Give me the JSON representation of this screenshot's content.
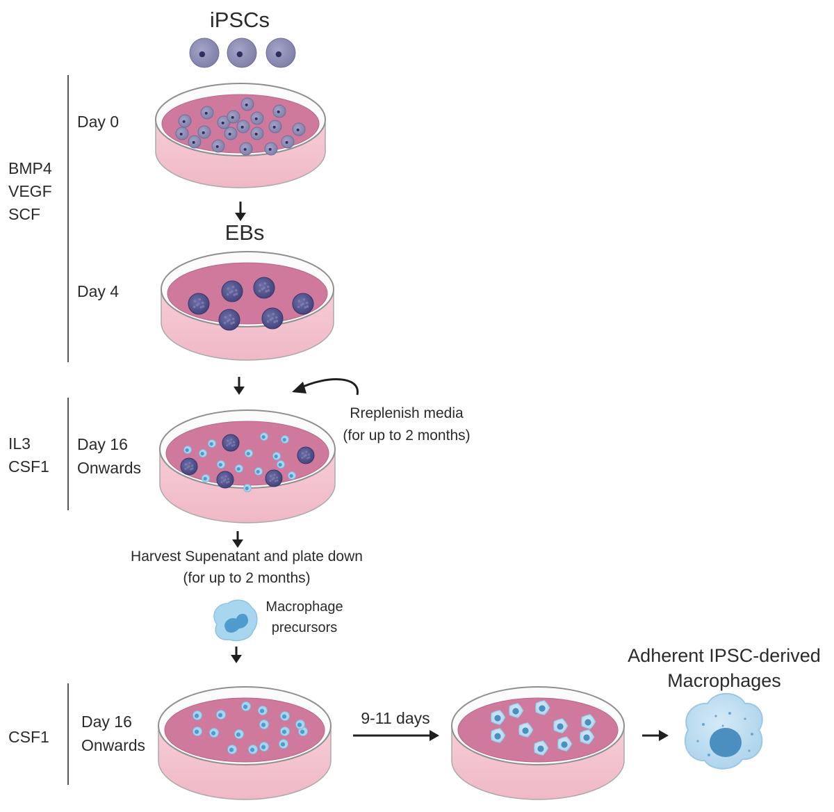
{
  "headers": {
    "ipscs": "iPSCs",
    "ebs": "EBs",
    "adherent_line1": "Adherent IPSC-derived",
    "adherent_line2": "Macrophages"
  },
  "factors": {
    "group1": [
      "BMP4",
      "VEGF",
      "SCF"
    ],
    "group2": [
      "IL3",
      "CSF1"
    ],
    "group3": [
      "CSF1"
    ]
  },
  "days": {
    "day0": "Day 0",
    "day4": "Day 4",
    "day16a_line1": "Day 16",
    "day16a_line2": "Onwards",
    "day16b_line1": "Day 16",
    "day16b_line2": "Onwards"
  },
  "notes": {
    "replenish_line1": "Rreplenish media",
    "replenish_line2": "(for up to 2 months)",
    "harvest_line1": "Harvest Supenatant and plate down",
    "harvest_line2": "(for up to 2 months)",
    "precursor_line1": "Macrophage",
    "precursor_line2": "precursors",
    "duration": "9-11 days"
  },
  "colors": {
    "stem_cell": "#8e8db4",
    "stem_cell_nucleus": "#2f2f5e",
    "eb": "#4b4b85",
    "media": "#cf7a9c",
    "dish_wall": "#f4c7d2",
    "precursor": "#a9d6ef",
    "precursor_nucleus": "#4f9bcd",
    "macrophage": "#bcdcf0",
    "macrophage_nucleus": "#4a8fc0"
  }
}
